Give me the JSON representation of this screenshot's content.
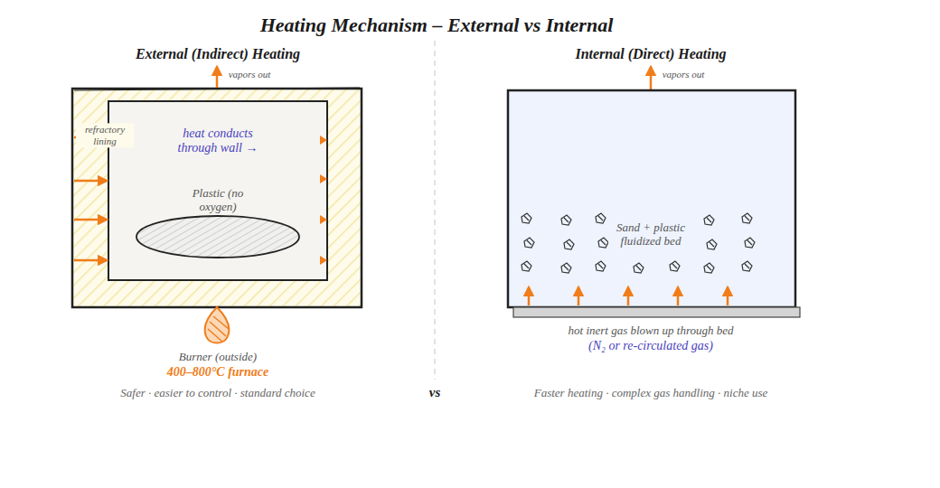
{
  "diagram": {
    "title": "Heating Mechanism – External vs Internal",
    "nodes": [
      {
        "text": [
          "refractory lining"
        ]
      },
      {
        "text": [
          "heat conducts through wall →",
          "Plastic (no oxygen)"
        ],
        "in": 0
      },
      {
        "text": [
          "Sand + plastic fluidized bed"
        ]
      }
    ],
    "labels": [
      "External (Indirect) Heating",
      "vapors out",
      "Internal (Direct) Heating",
      "vapors out",
      "Burner (outside)",
      "400–800°C furnace",
      "Safer · easier to control · standard choice",
      "vs",
      "hot inert gas blown up through bed",
      "(N₂ or re-circulated gas)",
      "Faster heating · complex gas handling · niche use"
    ]
  }
}
